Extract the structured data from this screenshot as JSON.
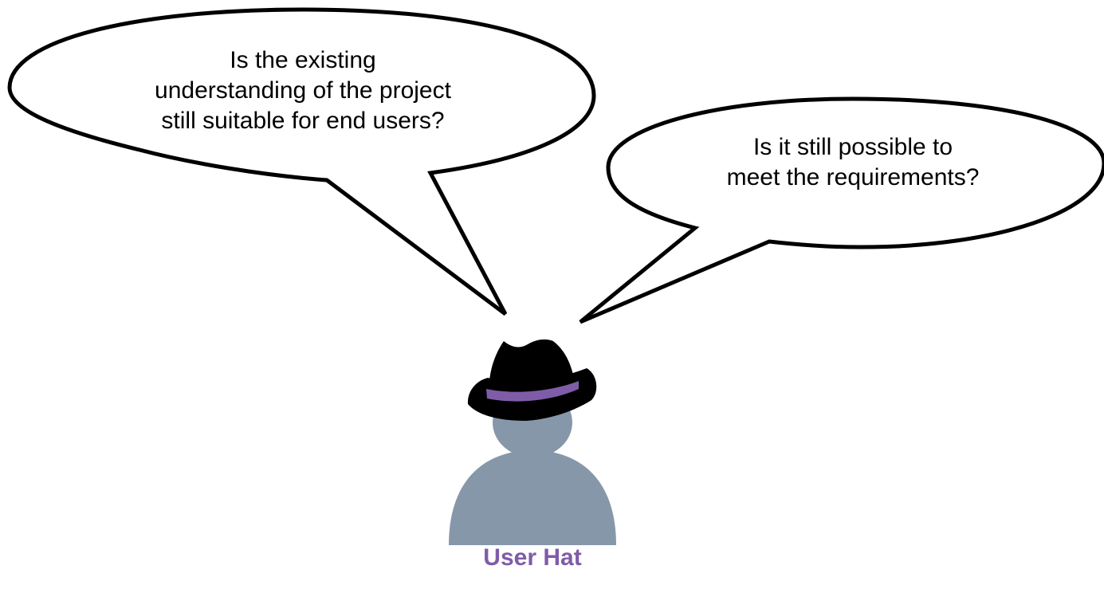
{
  "bubbles": [
    {
      "lines": [
        "Is the existing",
        "understanding of the project",
        "still suitable for end users?"
      ]
    },
    {
      "lines": [
        "Is it still possible to",
        "meet the requirements?"
      ]
    }
  ],
  "persona": {
    "label": "User Hat",
    "icon": "person-with-fedora-icon"
  },
  "colors": {
    "label": "#7f5ca8",
    "hat_band": "#7f5ca8",
    "hat": "#000000",
    "person": "#8797aa",
    "bubble_stroke": "#000000",
    "bubble_fill": "#ffffff"
  }
}
